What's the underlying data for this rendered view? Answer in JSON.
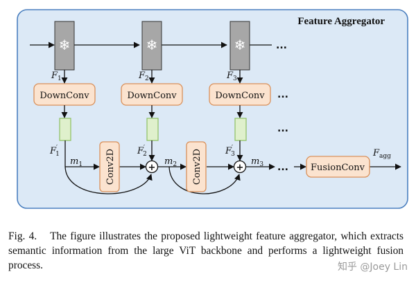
{
  "diagram": {
    "title": "Feature Aggregator",
    "frozen_icon": "snowflake-icon",
    "features": [
      "F",
      "F",
      "F"
    ],
    "feature_subs": [
      "1",
      "2",
      "3"
    ],
    "downconv_label": "DownConv",
    "projected": [
      "F",
      "F",
      "F"
    ],
    "projected_subs": [
      "1",
      "2",
      "3"
    ],
    "prime": "′",
    "merge": [
      "m",
      "m",
      "m"
    ],
    "merge_subs": [
      "1",
      "2",
      "3"
    ],
    "conv2d_label": "Conv2D",
    "plus": "+",
    "ellipsis": "...",
    "fusion_label": "FusionConv",
    "output_main": "F",
    "output_sub": "agg",
    "colors": {
      "panel_fill": "#dce9f6",
      "panel_stroke": "#4a7fbf",
      "backbone_block": "#a7a7a7",
      "conv_fill": "#fbe3cf",
      "conv_stroke": "#d9905a",
      "green_fill": "#dff0cc",
      "green_stroke": "#8cbf62"
    }
  },
  "caption": {
    "label": "Fig. 4.",
    "text": "The figure illustrates the proposed lightweight feature aggregator, which extracts semantic information from the large ViT backbone and performs a lightweight fusion process."
  },
  "watermark": "知乎 @Joey Lin"
}
